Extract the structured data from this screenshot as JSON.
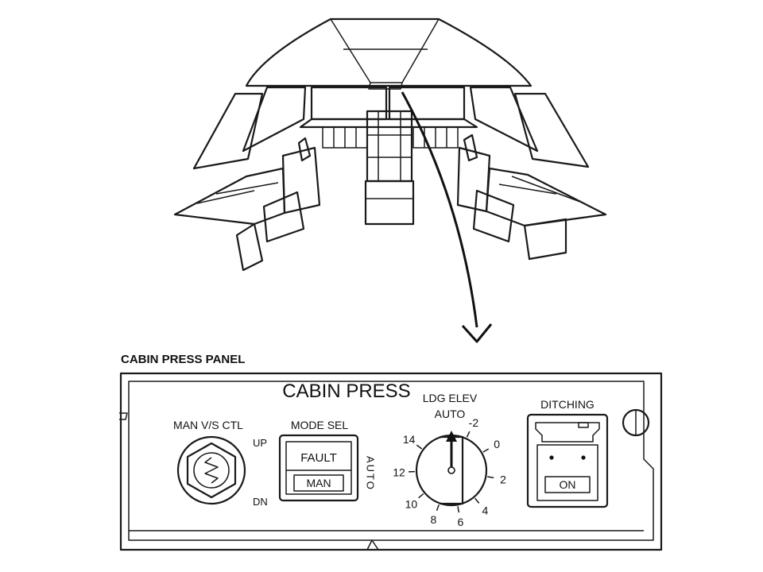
{
  "figure": {
    "caption": "CABIN PRESS PANEL"
  },
  "panel": {
    "title": "CABIN PRESS",
    "man_vs_ctl": {
      "label": "MAN V/S CTL",
      "up": "UP",
      "dn": "DN"
    },
    "mode_sel": {
      "label": "MODE SEL",
      "fault": "FAULT",
      "man": "MAN",
      "auto": "AUTO"
    },
    "ldg_elev": {
      "label": "LDG ELEV",
      "auto": "AUTO",
      "ticks": [
        "-2",
        "0",
        "2",
        "4",
        "6",
        "8",
        "10",
        "12",
        "14"
      ]
    },
    "ditching": {
      "label": "DITCHING",
      "on": "ON"
    }
  }
}
